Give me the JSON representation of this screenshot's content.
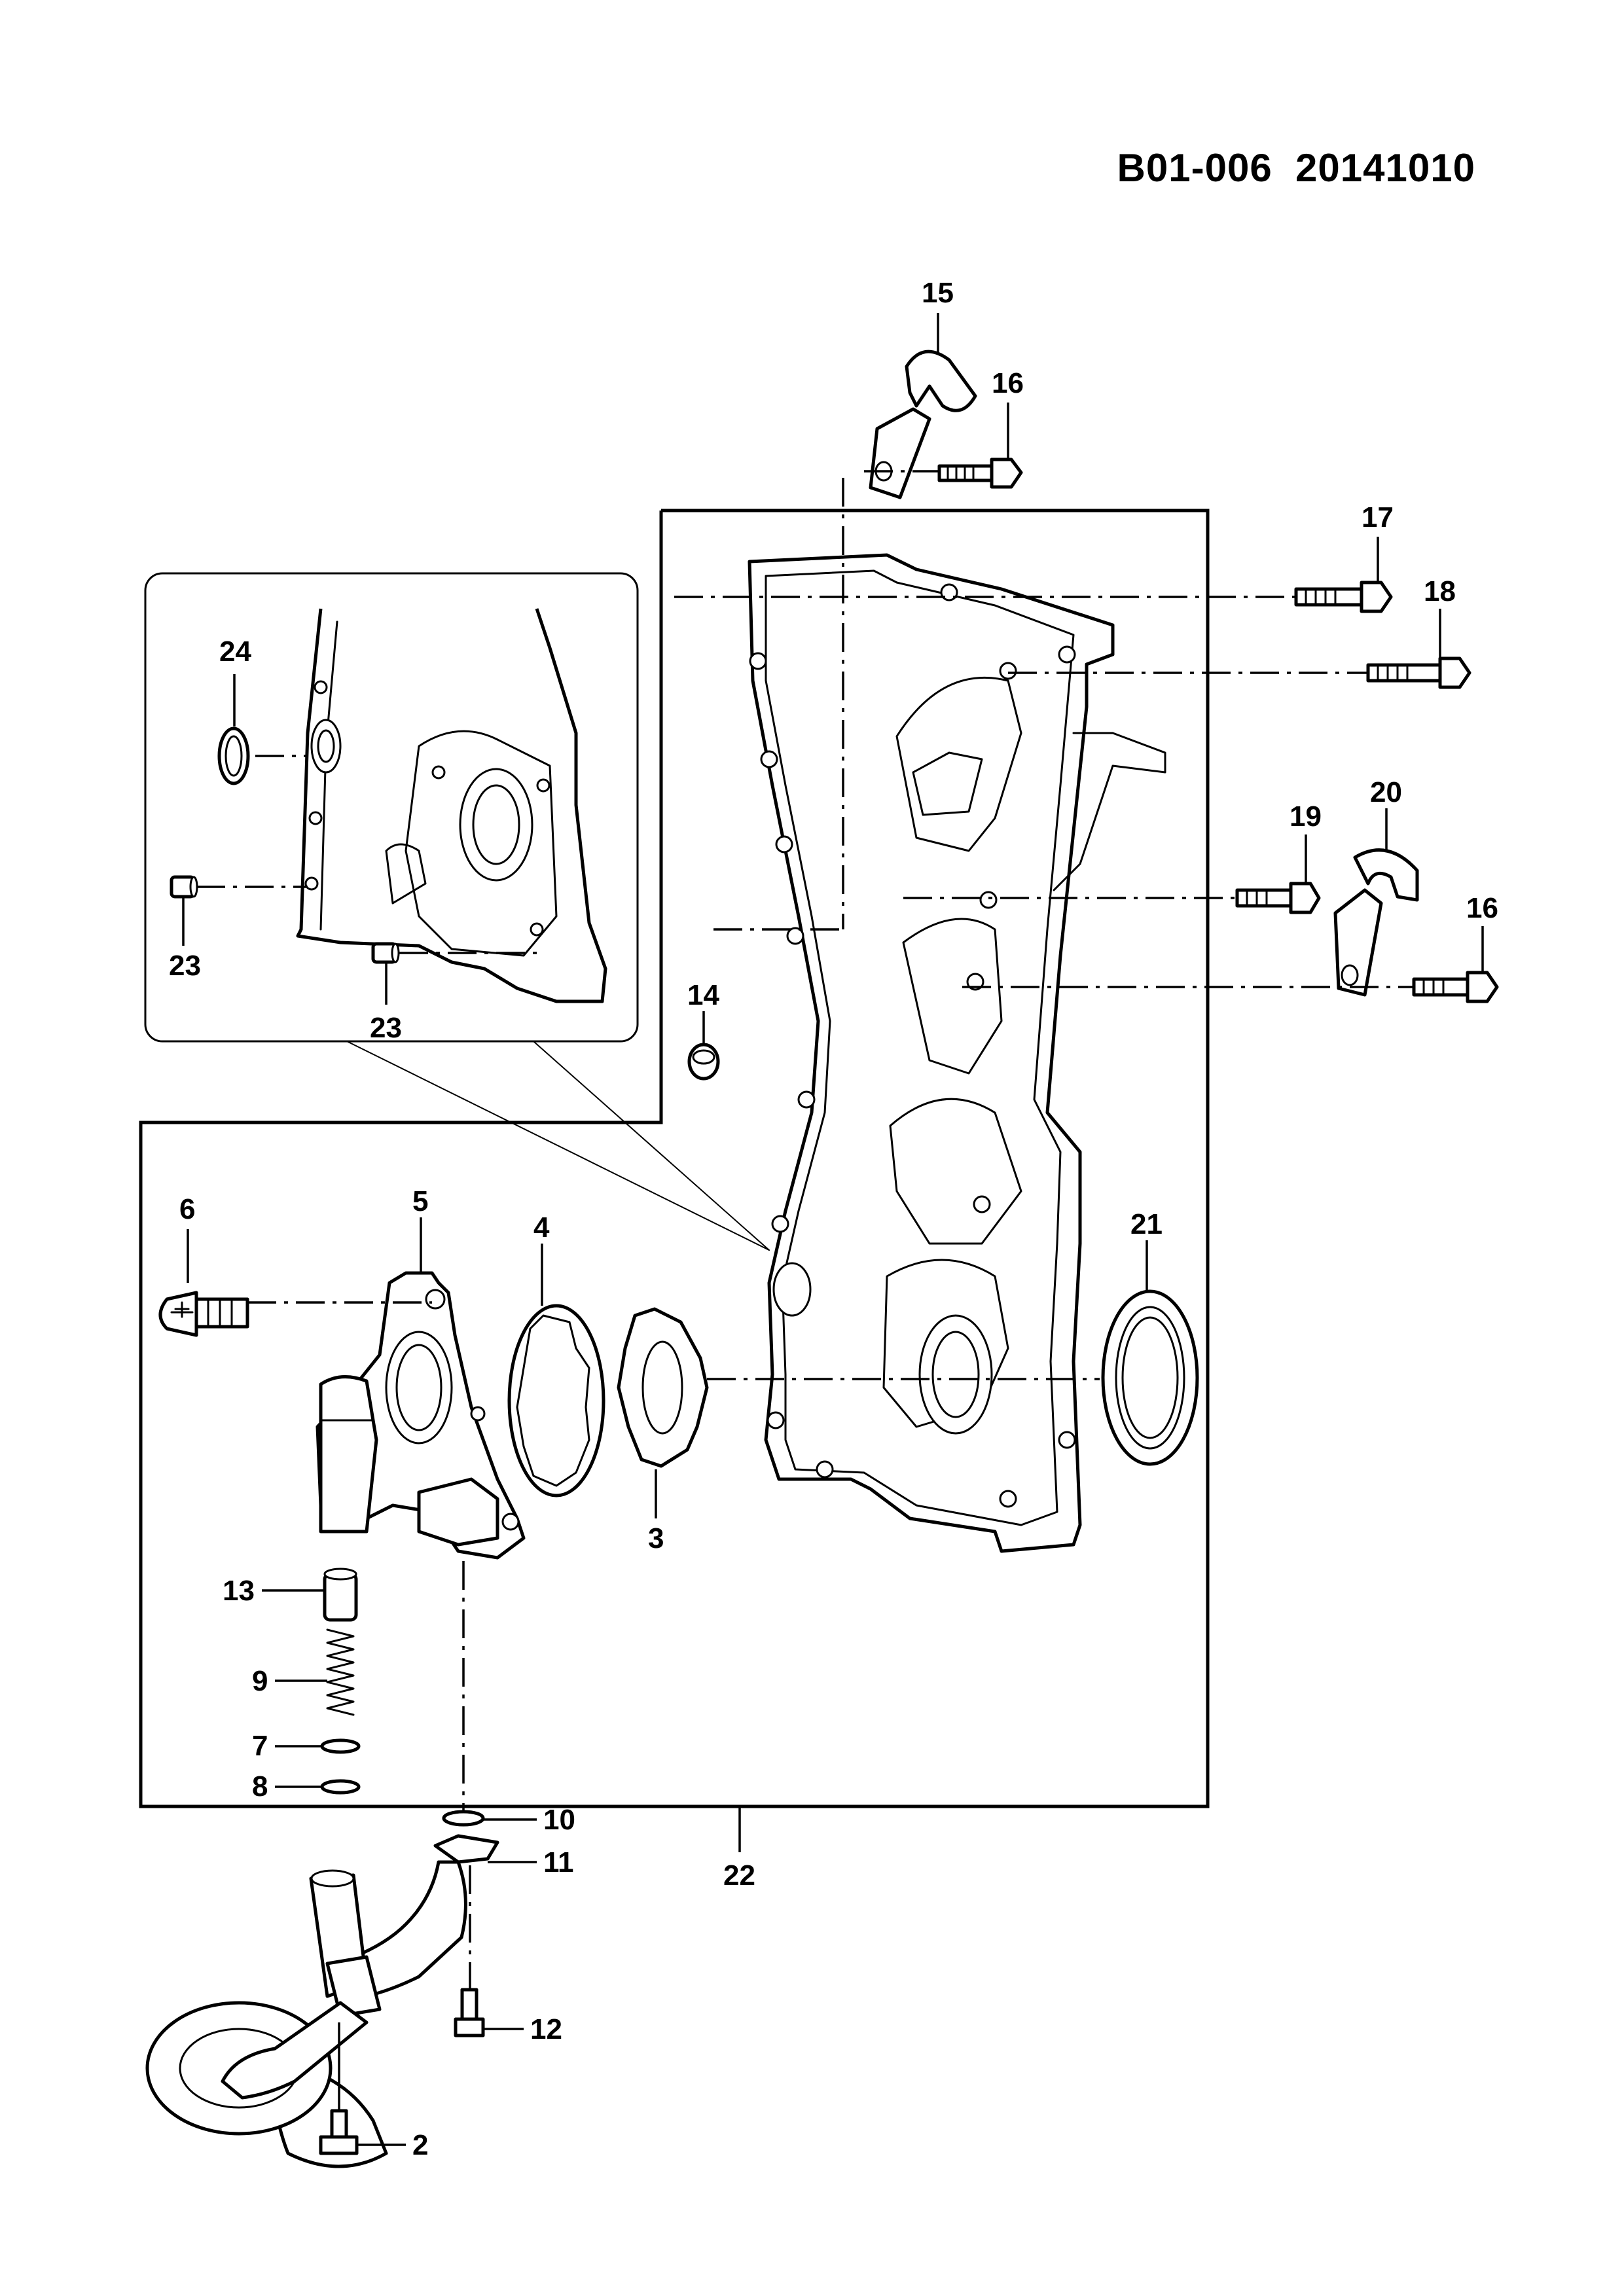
{
  "document": {
    "code": "B01-006",
    "date": "20141010"
  },
  "callouts": {
    "c2": "2",
    "c3": "3",
    "c4": "4",
    "c5": "5",
    "c6": "6",
    "c7": "7",
    "c8": "8",
    "c9": "9",
    "c10": "10",
    "c11": "11",
    "c12": "12",
    "c13": "13",
    "c14": "14",
    "c15": "15",
    "c16a": "16",
    "c16b": "16",
    "c17": "17",
    "c18": "18",
    "c19": "19",
    "c20": "20",
    "c21": "21",
    "c22": "22",
    "c23a": "23",
    "c23b": "23",
    "c24": "24"
  }
}
